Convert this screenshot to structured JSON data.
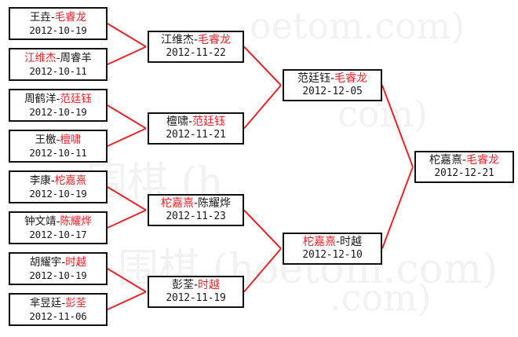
{
  "meta": {
    "background_color": "#ffffff",
    "box_border_color": "#111111",
    "connector_color": "#e8242a",
    "winner_color": "#e8242a",
    "loser_color": "#1a1a1a"
  },
  "watermark": {
    "lines": [
      "oetom.com)",
      "com)",
      "围棋 (h",
      "围棋 (hoetom.com)",
      ".com)"
    ]
  },
  "bracket": {
    "rounds": [
      {
        "name": "round-1",
        "matches": [
          {
            "left": "王垚",
            "right": "毛睿龙",
            "winner": "right",
            "date": "2012-10-19"
          },
          {
            "left": "江维杰",
            "right": "周睿羊",
            "winner": "left",
            "date": "2012-10-11"
          },
          {
            "left": "周鹤洋",
            "right": "范廷钰",
            "winner": "right",
            "date": "2012-10-19"
          },
          {
            "left": "王檄",
            "right": "檀啸",
            "winner": "right",
            "date": "2012-10-11"
          },
          {
            "left": "李康",
            "right": "柁嘉熹",
            "winner": "right",
            "date": "2012-10-19"
          },
          {
            "left": "钟文靖",
            "right": "陈耀烨",
            "winner": "right",
            "date": "2012-10-17"
          },
          {
            "left": "胡耀宇",
            "right": "时越",
            "winner": "right",
            "date": "2012-10-19"
          },
          {
            "left": "芈昱廷",
            "right": "彭荃",
            "winner": "right",
            "date": "2012-11-06"
          }
        ]
      },
      {
        "name": "round-2",
        "matches": [
          {
            "left": "江维杰",
            "right": "毛睿龙",
            "winner": "right",
            "date": "2012-11-22"
          },
          {
            "left": "檀啸",
            "right": "范廷钰",
            "winner": "right",
            "date": "2012-11-21"
          },
          {
            "left": "柁嘉熹",
            "right": "陈耀烨",
            "winner": "left",
            "date": "2012-11-23"
          },
          {
            "left": "彭荃",
            "right": "时越",
            "winner": "right",
            "date": "2012-11-19"
          }
        ]
      },
      {
        "name": "semifinal",
        "matches": [
          {
            "left": "范廷钰",
            "right": "毛睿龙",
            "winner": "right",
            "date": "2012-12-05"
          },
          {
            "left": "柁嘉熹",
            "right": "时越",
            "winner": "left",
            "date": "2012-12-10"
          }
        ]
      },
      {
        "name": "final",
        "matches": [
          {
            "left": "柁嘉熹",
            "right": "毛睿龙",
            "winner": "right",
            "date": "2012-12-21"
          }
        ]
      }
    ]
  }
}
